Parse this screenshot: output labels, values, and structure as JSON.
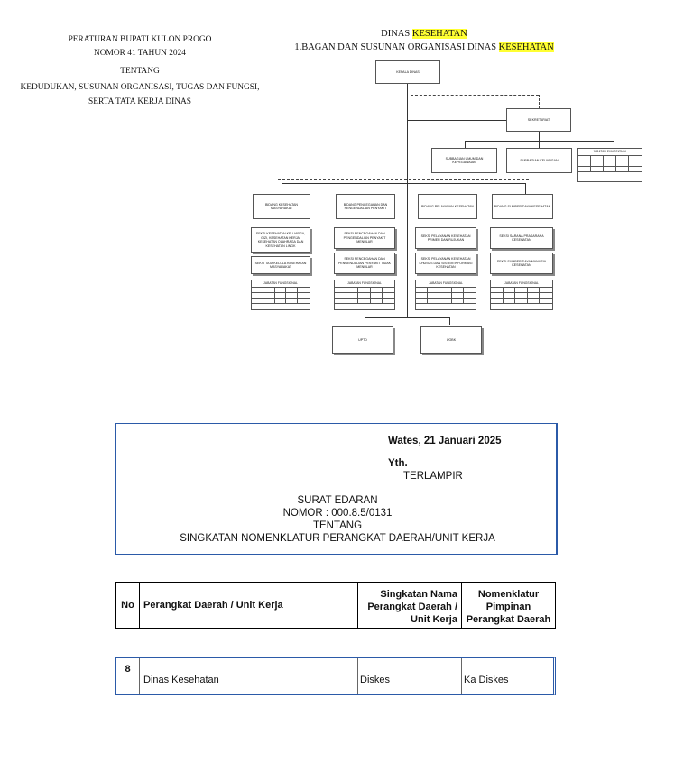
{
  "regulation": {
    "line1": "PERATURAN BUPATI KULON PROGO",
    "line2": "NOMOR 41 TAHUN 2024",
    "line3": "TENTANG",
    "line4": "KEDUDUKAN, SUSUNAN ORGANISASI, TUGAS DAN FUNGSI,",
    "line5": "SERTA TATA KERJA DINAS"
  },
  "chart_header": {
    "title_prefix": "DINAS ",
    "title_highlight": "KESEHATAN",
    "subtitle_prefix": "1.BAGAN DAN SUSUNAN ORGANISASI DINAS ",
    "subtitle_highlight": "KESEHATAN"
  },
  "org": {
    "head": "KEPALA DINAS",
    "secretariat": "SEKRETARIAT",
    "sub_general": "SUBBAGIAN UMUM DAN KEPEGAWAIAN",
    "sub_finance": "SUBBAGIAN KEUANGAN",
    "functional": "JABATAN FUNGSIONAL",
    "div1": "BIDANG KESEHATAN MASYARAKAT",
    "div1_sec1": "SEKSI KESEHATAN KELUARGA, GIZI, KESEHATAN KERJA, KESEHATAN OLAHRAGA DAN KESEHATAN LINGK",
    "div1_sec2": "SEKSI TATA KELOLA KESEHATAN MASYARAKAT",
    "div2": "BIDANG PENCEGAHAN DAN PENGENDALIAN PENYAKIT",
    "div2_sec1": "SEKSI PENCEGAHAN DAN PENGENDALIAN PENYAKIT MENULAR",
    "div2_sec2": "SEKSI PENCEGAHAN DAN PENGENDALIAN PENYAKIT TIDAK MENULAR",
    "div3": "BIDANG PELAYANAN KESEHATAN",
    "div3_sec1": "SEKSI PELAYANAN KESEHATAN PRIMER DAN RUJUKAN",
    "div3_sec2": "SEKSI PELAYANAN KESEHATAN KHUSUS DAN SISTEM INFORMASI KESEHATAN",
    "div4": "BIDANG SUMBER DAYA KESEHATAN",
    "div4_sec1": "SEKSI SARANA PRASARANA KESEHATAN",
    "div4_sec2": "SEKSI SUMBER DAYA MANUSIA KESEHATAN",
    "uptd": "UPTD",
    "unit": "UOBK"
  },
  "letter": {
    "place_date": "Wates, 21 Januari 2025",
    "to": "Yth.",
    "recipient": "TERLAMPIR",
    "doc_type": "SURAT EDARAN",
    "number": "NOMOR : 000.8.5/0131",
    "about": "TENTANG",
    "subject": "SINGKATAN NOMENKLATUR PERANGKAT DAERAH/UNIT KERJA"
  },
  "table": {
    "headers": [
      "No",
      "Perangkat Daerah / Unit Kerja",
      "Singkatan Nama Perangkat Daerah / Unit Kerja",
      "Nomenklatur Pimpinan Perangkat Daerah"
    ],
    "row": {
      "no": "8",
      "name": "Dinas Kesehatan",
      "abbr": "Diskes",
      "leader": "Ka Diskes"
    }
  },
  "colors": {
    "highlight": "#ffff33",
    "border_blue": "#2b5aa8"
  }
}
